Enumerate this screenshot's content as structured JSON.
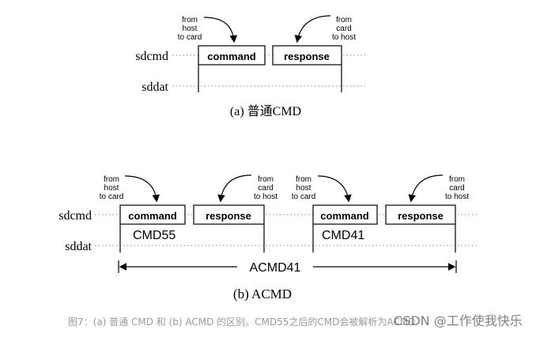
{
  "diagram_a": {
    "row_cmd": "sdcmd",
    "row_dat": "sddat",
    "note_host_to_card": [
      "from",
      "host",
      "to card"
    ],
    "note_card_to_host": [
      "from",
      "card",
      "to host"
    ],
    "box_command": "command",
    "box_response": "response",
    "caption": "(a) 普通CMD"
  },
  "diagram_b": {
    "row_cmd": "sdcmd",
    "row_dat": "sddat",
    "note_host_to_card": [
      "from",
      "host",
      "to card"
    ],
    "note_card_to_host": [
      "from",
      "card",
      "to host"
    ],
    "box_command": "command",
    "box_response": "response",
    "label_first": "CMD55",
    "label_second": "CMD41",
    "span_label": "ACMD41",
    "caption": "(b) ACMD"
  },
  "footer": {
    "caption": "图7：(a) 普通 CMD 和 (b) ACMD 的区别。CMD55之后的CMD会被解析为ACMD",
    "watermark": "CSDN @工作使我快乐"
  }
}
